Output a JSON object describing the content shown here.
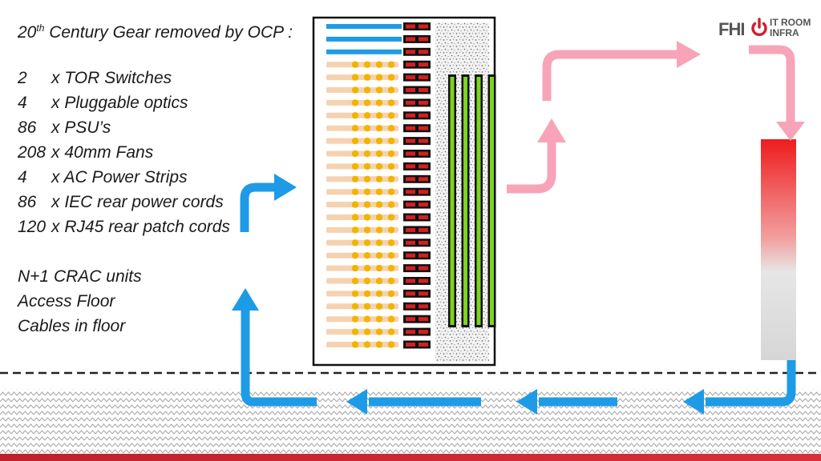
{
  "title": {
    "prefix": "20",
    "sup": "th",
    "rest": " Century Gear removed by OCP :"
  },
  "items": [
    {
      "qty": "2",
      "label": "x TOR Switches"
    },
    {
      "qty": "4",
      "label": "x Pluggable optics"
    },
    {
      "qty": "86",
      "label": "x PSU’s"
    },
    {
      "qty": "208",
      "label": "x 40mm Fans"
    },
    {
      "qty": "4",
      "label": "x AC Power Strips"
    },
    {
      "qty": "86",
      "label": "x IEC rear power cords"
    },
    {
      "qty": "120",
      "label": "x RJ45 rear patch cords"
    }
  ],
  "facilities": [
    "N+1 CRAC units",
    "Access Floor",
    "Cables in floor"
  ],
  "logo": {
    "brand": "FHI",
    "line1": "IT ROOM",
    "line2": "INFRA"
  },
  "colors": {
    "cold_air": "#1e9be6",
    "hot_air": "#f7a4b8",
    "server_tan": "#f5d2b0",
    "fan_dot": "#f2b400",
    "psu_red": "#d41f1f",
    "psu_green": "#7ed321",
    "switch_blue": "#1e9be6",
    "accent_red": "#d02030"
  }
}
